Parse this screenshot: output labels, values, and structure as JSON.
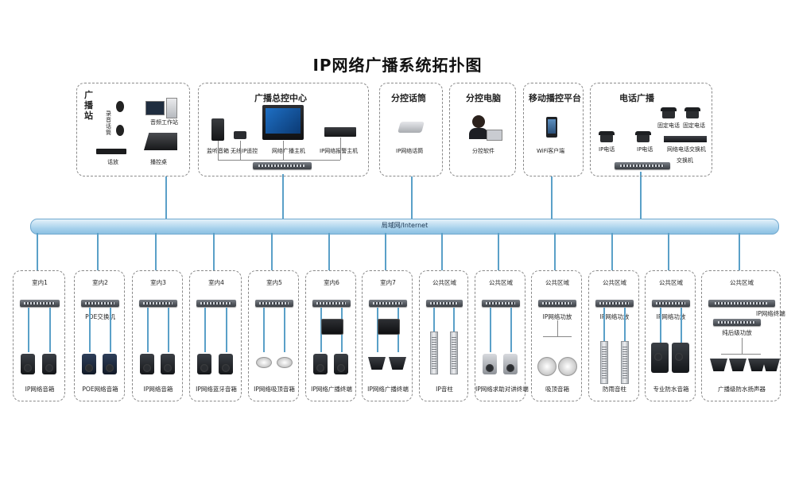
{
  "title": "IP网络广播系统拓扑图",
  "network_label": "局域网/Internet",
  "top_boxes": {
    "broadcast_station": {
      "title": "广播站",
      "labels": [
        "录音话筒",
        "音频工作站",
        "话放",
        "播控桌"
      ]
    },
    "control_center": {
      "title": "广播总控中心",
      "labels": [
        "监听音箱",
        "无线IP遥控",
        "网络广播主机",
        "IP网络报警主机"
      ]
    },
    "mic": {
      "title": "分控话筒",
      "labels": [
        "IP网络话筒"
      ]
    },
    "pc": {
      "title": "分控电脑",
      "labels": [
        "分控软件"
      ]
    },
    "mobile": {
      "title": "移动播控平台",
      "labels": [
        "WiFi客户端"
      ]
    },
    "phone": {
      "title": "电话广播",
      "labels": [
        "固定电话",
        "固定电话",
        "IP电话",
        "IP电话",
        "网络电话交换机",
        "交换机"
      ]
    }
  },
  "bottom_boxes": [
    {
      "zone": "室内1",
      "switch_label": "",
      "device": "IP网络音箱"
    },
    {
      "zone": "室内2",
      "switch_label": "POE交换机",
      "device": "POE网络音箱"
    },
    {
      "zone": "室内3",
      "switch_label": "",
      "device": "IP网络音箱"
    },
    {
      "zone": "室内4",
      "switch_label": "",
      "device": "IP网络蓝牙音箱"
    },
    {
      "zone": "室内5",
      "switch_label": "",
      "device": "IP网络吸顶音箱"
    },
    {
      "zone": "室内6",
      "switch_label": "",
      "device": "IP网络广播终端"
    },
    {
      "zone": "室内7",
      "switch_label": "",
      "device": "IP网络广播终端"
    },
    {
      "zone": "公共区域",
      "switch_label": "",
      "device": "IP音柱"
    },
    {
      "zone": "公共区域",
      "switch_label": "",
      "device": "IP网络求助对讲终端"
    },
    {
      "zone": "公共区域",
      "switch_label": "IP网络功放",
      "device": "吸顶音箱"
    },
    {
      "zone": "公共区域",
      "switch_label": "IP网络功放",
      "device": "防雨音柱"
    },
    {
      "zone": "公共区域",
      "switch_label": "IP网络功放",
      "device": "专业防水音箱"
    },
    {
      "zone": "公共区域",
      "switch_label": "IP网络终端",
      "switch_label2": "纯后级功放",
      "device": "广播级防水扬声器"
    }
  ]
}
